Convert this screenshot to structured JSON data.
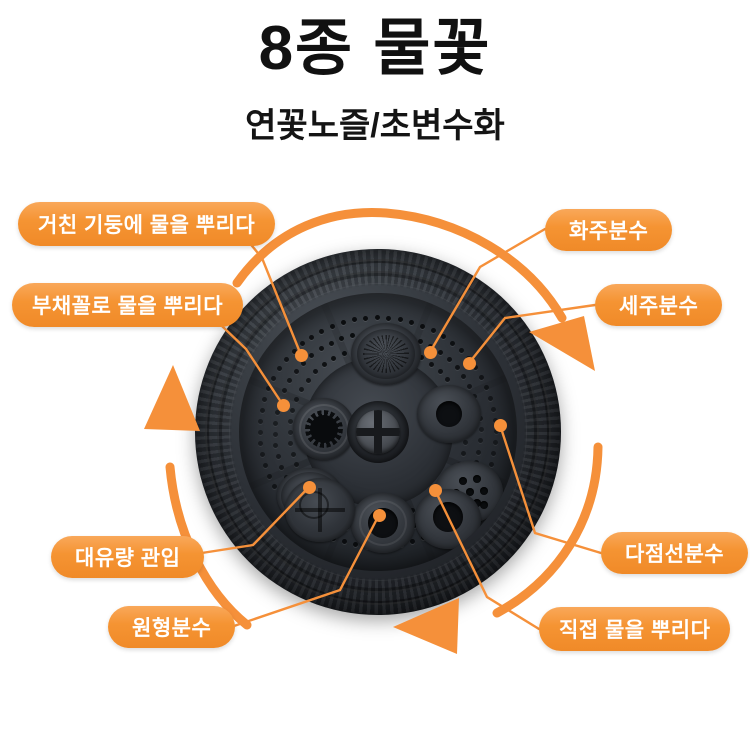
{
  "header": {
    "title": "8종 물꽃",
    "subtitle": "연꽃노즐/초변수화"
  },
  "colors": {
    "accent": "#F59433",
    "accent_light": "#F9A85A",
    "accent_dark": "#F08A28",
    "text_dark": "#111111",
    "pill_text": "#FFFFFF",
    "background": "#FFFFFF",
    "nozzle_body": "#2C3036"
  },
  "product": {
    "name": "8종 물꽃 연꽃노즐",
    "spray_mode_count": 8,
    "image_description": "8-function garden hose nozzle head, dark grey plastic, eight spray ports around a central phillips screw"
  },
  "labels": [
    {
      "id": "rough-column",
      "text": "거친 기둥에 물을 뿌리다",
      "side": "left",
      "size": "long"
    },
    {
      "id": "fan-spray",
      "text": "부채꼴로 물을 뿌리다",
      "side": "left",
      "size": "long"
    },
    {
      "id": "flower-jet",
      "text": "화주분수",
      "side": "right",
      "size": "short"
    },
    {
      "id": "column-jet",
      "text": "세주분수",
      "side": "right",
      "size": "short"
    },
    {
      "id": "high-flow",
      "text": "대유량 관입",
      "side": "left",
      "size": "short"
    },
    {
      "id": "circle-jet",
      "text": "원형분수",
      "side": "left",
      "size": "short"
    },
    {
      "id": "multi-point",
      "text": "다점선분수",
      "side": "right",
      "size": "short"
    },
    {
      "id": "direct-spray",
      "text": "직접 물을 뿌리다",
      "side": "right",
      "size": "long"
    }
  ],
  "arrows": [
    {
      "id": "top-arc-arrow",
      "direction": "clockwise",
      "position": "top"
    },
    {
      "id": "left-arc-arrow",
      "direction": "up",
      "position": "left"
    },
    {
      "id": "bottom-arc-arrow",
      "direction": "left",
      "position": "bottom"
    }
  ]
}
